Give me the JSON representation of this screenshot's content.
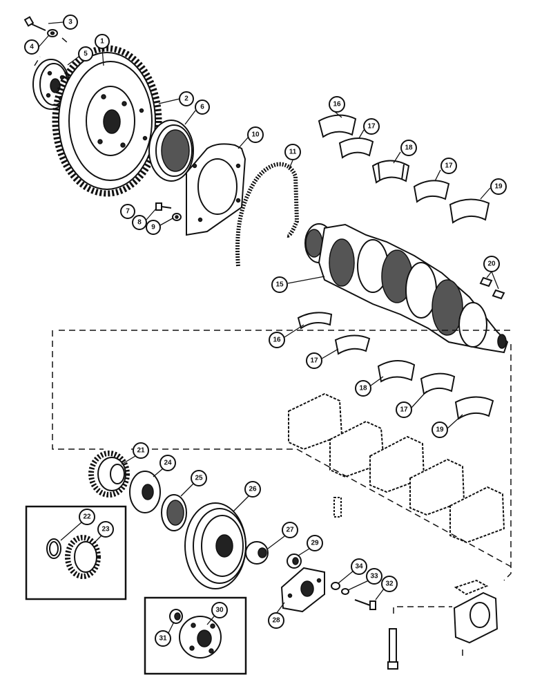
{
  "callouts": [
    {
      "num": "1"
    },
    {
      "num": "2"
    },
    {
      "num": "3"
    },
    {
      "num": "4"
    },
    {
      "num": "5"
    },
    {
      "num": "6"
    },
    {
      "num": "7"
    },
    {
      "num": "8"
    },
    {
      "num": "9"
    },
    {
      "num": "10"
    },
    {
      "num": "11"
    },
    {
      "num": "15"
    },
    {
      "num": "16"
    },
    {
      "num": "17"
    },
    {
      "num": "18"
    },
    {
      "num": "17"
    },
    {
      "num": "19"
    },
    {
      "num": "20"
    },
    {
      "num": "16"
    },
    {
      "num": "17"
    },
    {
      "num": "18"
    },
    {
      "num": "17"
    },
    {
      "num": "19"
    },
    {
      "num": "21"
    },
    {
      "num": "24"
    },
    {
      "num": "25"
    },
    {
      "num": "26"
    },
    {
      "num": "22"
    },
    {
      "num": "23"
    },
    {
      "num": "27"
    },
    {
      "num": "29"
    },
    {
      "num": "34"
    },
    {
      "num": "33"
    },
    {
      "num": "32"
    },
    {
      "num": "28"
    },
    {
      "num": "30"
    },
    {
      "num": "31"
    }
  ]
}
